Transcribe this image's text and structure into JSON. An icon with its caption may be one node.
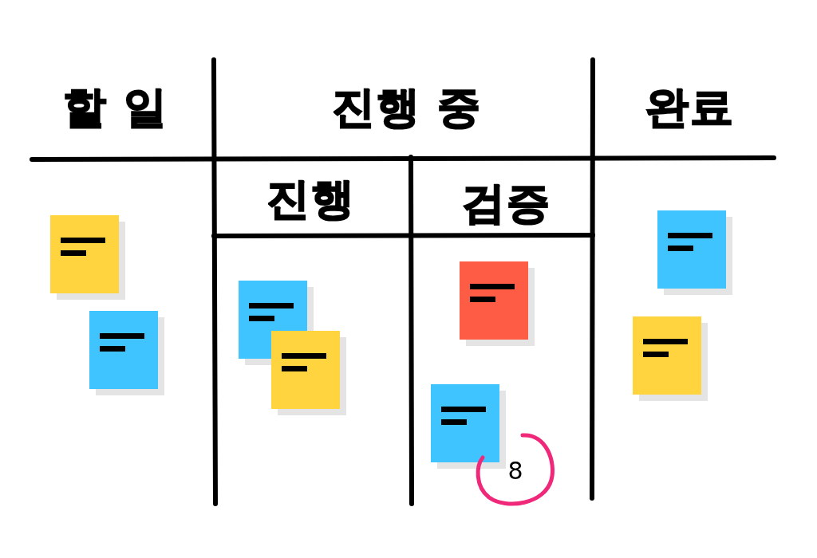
{
  "diagram": {
    "nodes": [
      {
        "text": [
          "8"
        ]
      }
    ],
    "labels": [
      "할 일",
      "진행 중",
      "완료",
      "진행",
      "검증"
    ]
  }
}
